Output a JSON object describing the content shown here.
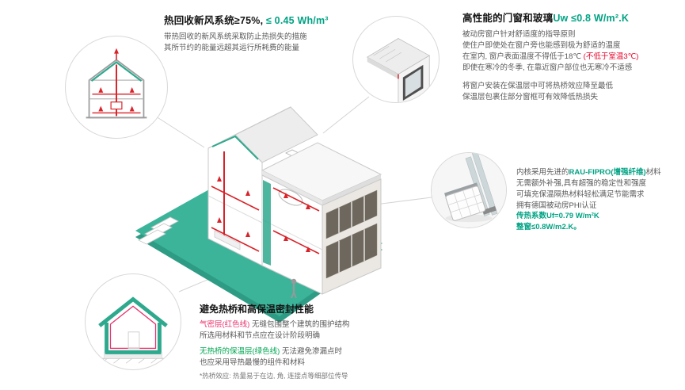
{
  "colors": {
    "accent_teal": "#00A283",
    "ground_teal": "#3CB49A",
    "duct_red": "#D8232A",
    "airtight_pink": "#E8336D",
    "insulation_green": "#00A651",
    "body_text": "#595959",
    "heading_text": "#141414"
  },
  "ventilation_callout": {
    "title_main": "热回收新风系统≥75%, ",
    "title_value": "≤ 0.45 Wh/m³",
    "body_line1": "带热回收的新风系统采取防止热损失的措施",
    "body_line2": "其所节约的能量远超其运行所耗费的能量"
  },
  "windows_callout": {
    "title_main": "高性能的门窗和玻璃",
    "title_value": "Uw ≤0.8 W/m².K",
    "line1": "被动房窗户针对舒适度的指导原则",
    "line2": "使住户即使处在窗户旁也能感到极为舒适的温度",
    "line3_prefix": "在室内, 窗户表面温度不得低于18℃ ",
    "line3_red": "(不低于室温3℃)",
    "line4": "即使在寒冷的冬季, 在靠近窗户部位也无寒冷不适感",
    "line5": "将窗户安装在保温层中可将热桥效应降至最低",
    "line6": "保温层包裹住部分窗框可有效降低热损失"
  },
  "profile_callout": {
    "line1_prefix": "内核采用先进的",
    "line1_accent": "RAU-FIPRO(增强纤维)",
    "line1_suffix": "材料",
    "line2": "无需额外补强,具有超强的稳定性和强度",
    "line3": "可填充保温隔热材料轻松满足节能需求",
    "line4": "拥有德国被动房PHI认证",
    "value_line1": "传热系数Uf=0.79 W/m²K",
    "value_line2": "整窗≤0.8W/m2.K。"
  },
  "thermal_callout": {
    "title": "避免热桥和高保温密封性能",
    "airtight_label": "气密层(红色线)",
    "airtight_rest": " 无缝包围整个建筑的围护结构",
    "line2": "所选用材料和节点应在设计阶段明确",
    "insulation_label": "无热桥的保温层(绿色线)",
    "insulation_rest": " 无法避免渗漏点时",
    "line4": "也应采用导热最慢的组件和材料",
    "footnote": "*热桥效应: 热量易于在边, 角, 连接点等细部位传导"
  }
}
